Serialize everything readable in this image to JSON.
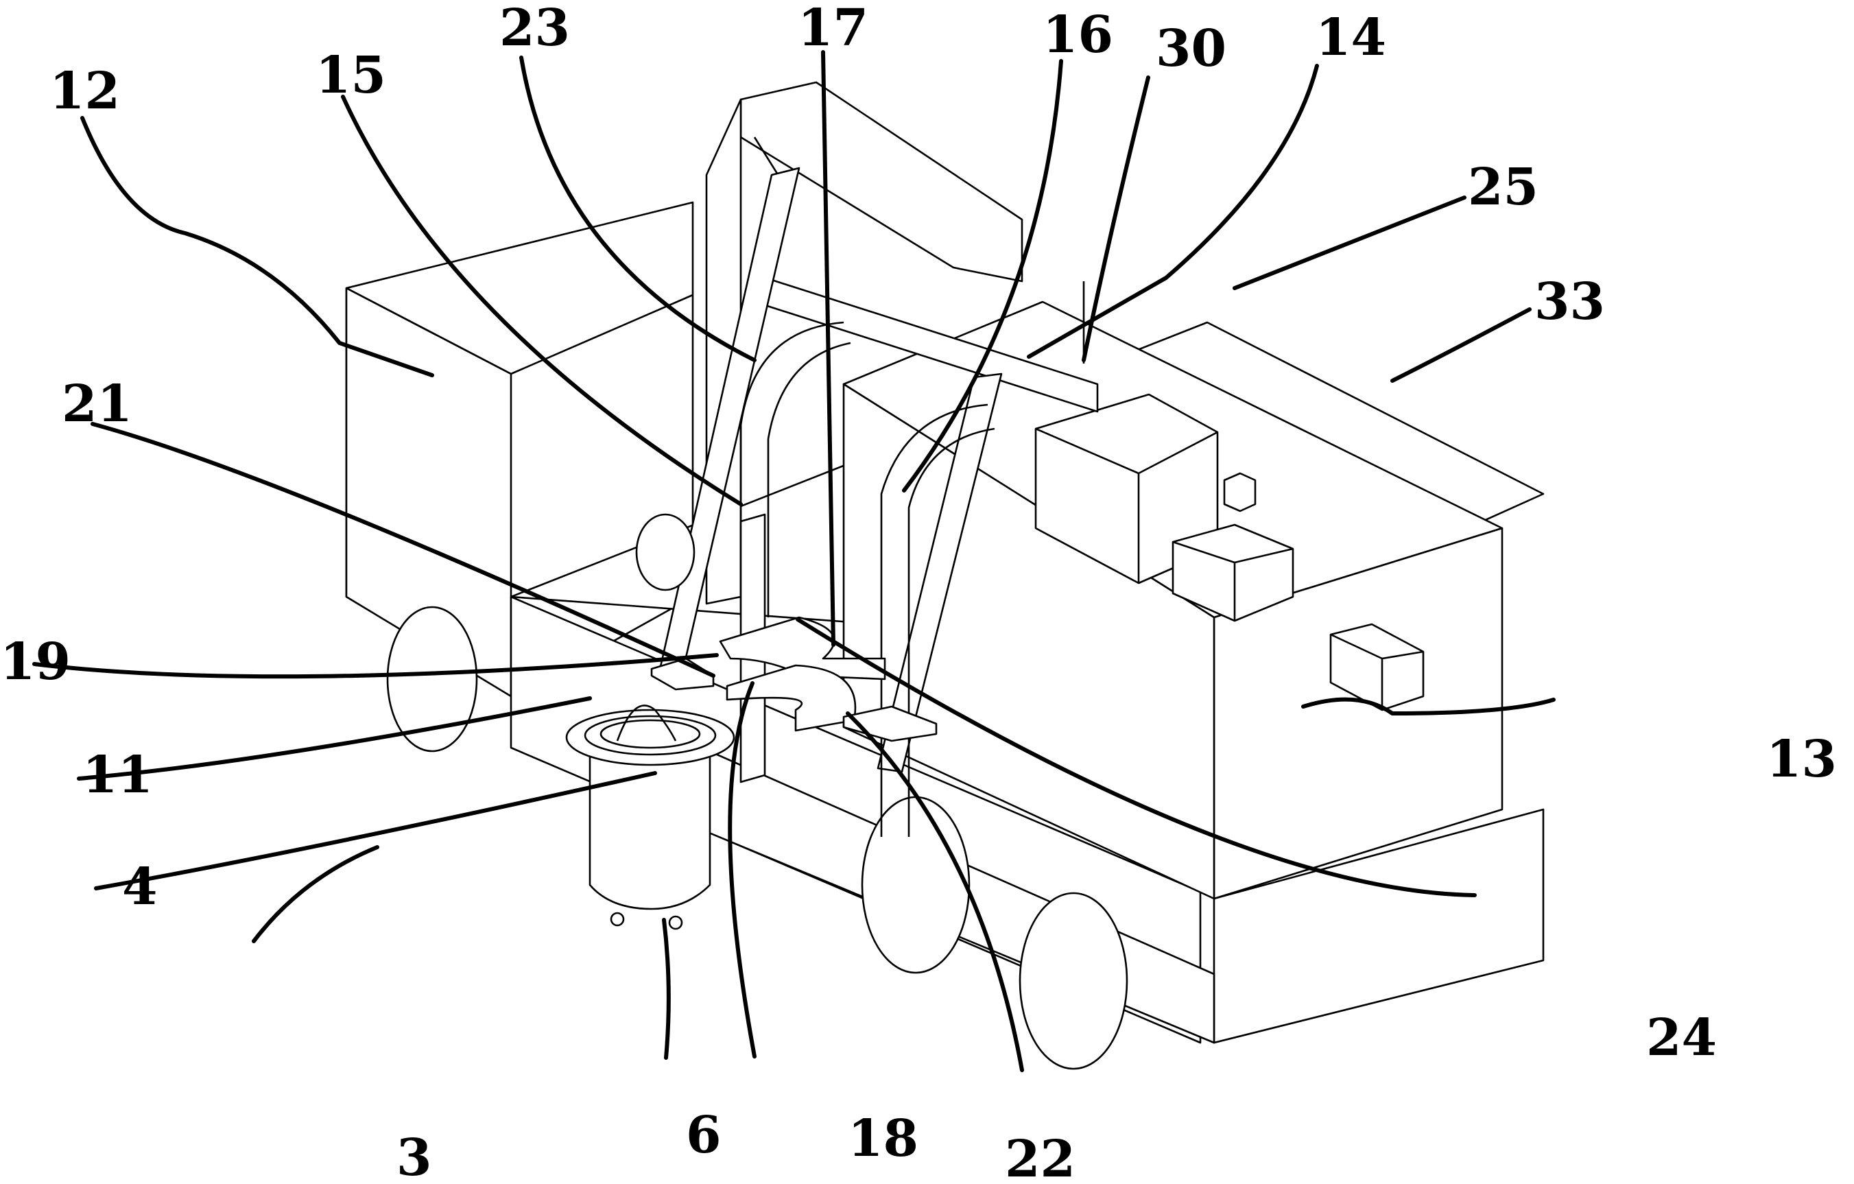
{
  "figure": {
    "type": "patent drawing",
    "view": "isometric perspective",
    "subject": "vehicle-mounted lifting and gripping apparatus with bucket"
  },
  "labels": [
    {
      "id": "12",
      "text": "12"
    },
    {
      "id": "15",
      "text": "15"
    },
    {
      "id": "23",
      "text": "23"
    },
    {
      "id": "17",
      "text": "17"
    },
    {
      "id": "16",
      "text": "16"
    },
    {
      "id": "30",
      "text": "30"
    },
    {
      "id": "14",
      "text": "14"
    },
    {
      "id": "25",
      "text": "25"
    },
    {
      "id": "21",
      "text": "21"
    },
    {
      "id": "33",
      "text": "33"
    },
    {
      "id": "19",
      "text": "19"
    },
    {
      "id": "13",
      "text": "13"
    },
    {
      "id": "11",
      "text": "11"
    },
    {
      "id": "4",
      "text": "4"
    },
    {
      "id": "3",
      "text": "3"
    },
    {
      "id": "6",
      "text": "6"
    },
    {
      "id": "18",
      "text": "18"
    },
    {
      "id": "22",
      "text": "22"
    },
    {
      "id": "24",
      "text": "24"
    }
  ],
  "colors": {
    "line": "#000000",
    "background": "#ffffff"
  }
}
